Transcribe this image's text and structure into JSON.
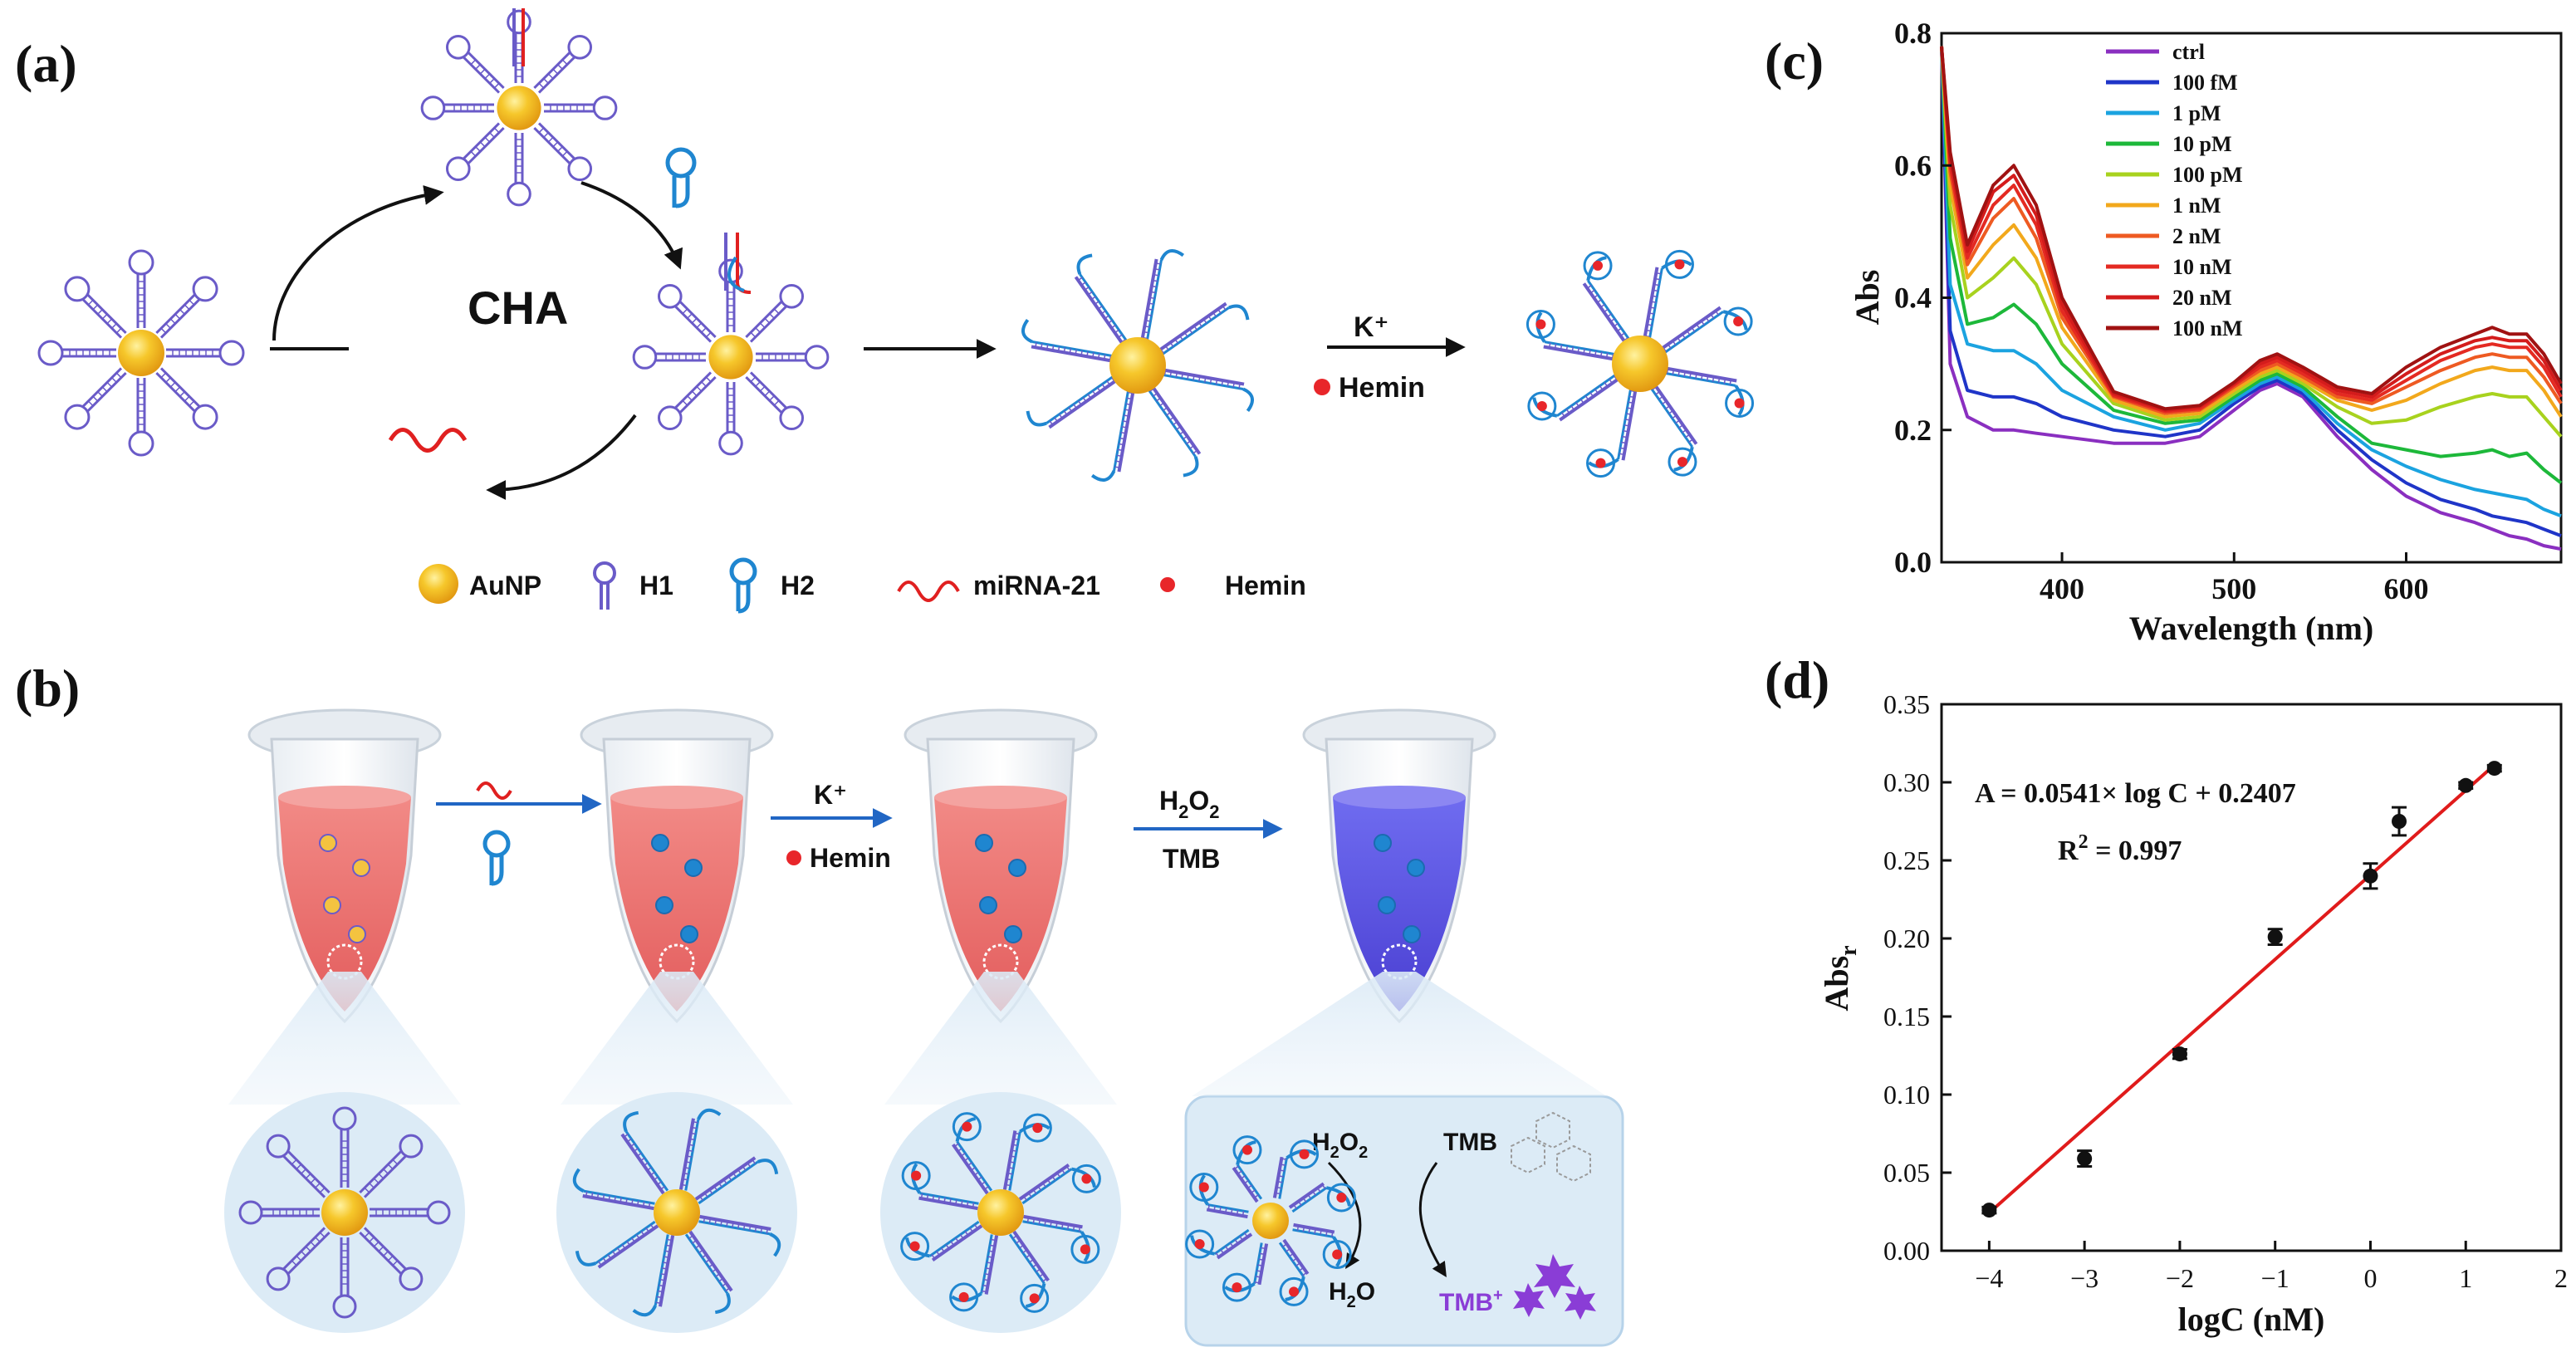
{
  "panel_labels": {
    "a": "(a)",
    "b": "(b)",
    "c": "(c)",
    "d": "(d)"
  },
  "panel_a": {
    "cycle_label": "CHA",
    "step_k": "K⁺",
    "step_hemin": "Hemin"
  },
  "legend": {
    "items": [
      {
        "label": "AuNP",
        "icon": "gold-nanoparticle-icon"
      },
      {
        "label": "H1",
        "icon": "h1-hairpin-icon"
      },
      {
        "label": "H2",
        "icon": "h2-hairpin-icon"
      },
      {
        "label": "miRNA-21",
        "icon": "mirna-strand-icon"
      },
      {
        "label": "Hemin",
        "icon": "hemin-dot-icon"
      }
    ]
  },
  "panel_b": {
    "step_k": "K⁺",
    "step_hemin": "Hemin",
    "step_h2o2_main": "H",
    "step_h2o2_sub1": "2",
    "step_h2o2_mid": "O",
    "step_h2o2_sub2": "2",
    "step_tmb": "TMB",
    "detail": {
      "h2o2_main": "H",
      "h2o2_sub1": "2",
      "h2o2_mid": "O",
      "h2o2_sub2": "2",
      "tmb": "TMB",
      "h2o_main": "H",
      "h2o_sub": "2",
      "h2o_tail": "O",
      "tmb_plus_main": "TMB",
      "tmb_plus_sup": "+"
    }
  },
  "colors": {
    "gold": "#f2b51c",
    "h1_purple": "#6a5bc8",
    "h2_blue": "#1f86d0",
    "mirna_red": "#e02020",
    "hemin_red": "#e8262a",
    "tube_red": "#ee6f6f",
    "tube_blue": "#5f54e0",
    "fit_line": "#e01b1b"
  },
  "chart_data": [
    {
      "type": "line",
      "panel": "c",
      "xlabel": "Wavelength (nm)",
      "ylabel": "Abs",
      "xlim": [
        330,
        690
      ],
      "ylim": [
        0.0,
        0.8
      ],
      "xticks": [
        400,
        500,
        600
      ],
      "yticks": [
        0.0,
        0.2,
        0.4,
        0.6,
        0.8
      ],
      "legend_position": "top-left",
      "x": [
        330,
        335,
        345,
        360,
        372,
        385,
        400,
        430,
        460,
        480,
        500,
        515,
        525,
        540,
        560,
        580,
        600,
        620,
        640,
        650,
        660,
        670,
        680,
        690
      ],
      "series": [
        {
          "name": "ctrl",
          "color": "#8a2fc0",
          "values": [
            0.78,
            0.3,
            0.22,
            0.2,
            0.2,
            0.195,
            0.19,
            0.18,
            0.18,
            0.19,
            0.23,
            0.26,
            0.27,
            0.25,
            0.19,
            0.14,
            0.1,
            0.075,
            0.06,
            0.05,
            0.04,
            0.035,
            0.025,
            0.02
          ]
        },
        {
          "name": "100 fM",
          "color": "#1f35c8",
          "values": [
            0.78,
            0.35,
            0.26,
            0.25,
            0.25,
            0.24,
            0.22,
            0.2,
            0.19,
            0.2,
            0.24,
            0.265,
            0.275,
            0.255,
            0.2,
            0.155,
            0.12,
            0.095,
            0.08,
            0.07,
            0.065,
            0.06,
            0.05,
            0.04
          ]
        },
        {
          "name": "1 pM",
          "color": "#1ba3e0",
          "values": [
            0.78,
            0.42,
            0.33,
            0.32,
            0.32,
            0.3,
            0.26,
            0.22,
            0.2,
            0.21,
            0.245,
            0.27,
            0.28,
            0.26,
            0.21,
            0.17,
            0.145,
            0.125,
            0.11,
            0.105,
            0.1,
            0.095,
            0.08,
            0.07
          ]
        },
        {
          "name": "10 pM",
          "color": "#1db83a",
          "values": [
            0.78,
            0.49,
            0.36,
            0.37,
            0.39,
            0.36,
            0.3,
            0.23,
            0.21,
            0.215,
            0.25,
            0.275,
            0.285,
            0.265,
            0.22,
            0.18,
            0.17,
            0.16,
            0.165,
            0.17,
            0.16,
            0.165,
            0.14,
            0.12
          ]
        },
        {
          "name": "100 pM",
          "color": "#a8d21e",
          "values": [
            0.78,
            0.54,
            0.4,
            0.43,
            0.46,
            0.42,
            0.33,
            0.24,
            0.215,
            0.22,
            0.255,
            0.28,
            0.29,
            0.27,
            0.235,
            0.21,
            0.215,
            0.235,
            0.25,
            0.255,
            0.25,
            0.25,
            0.22,
            0.19
          ]
        },
        {
          "name": "1 nM",
          "color": "#f2a81c",
          "values": [
            0.78,
            0.57,
            0.43,
            0.48,
            0.51,
            0.46,
            0.355,
            0.245,
            0.22,
            0.225,
            0.26,
            0.285,
            0.295,
            0.275,
            0.245,
            0.23,
            0.245,
            0.27,
            0.29,
            0.295,
            0.29,
            0.29,
            0.26,
            0.22
          ]
        },
        {
          "name": "2 nM",
          "color": "#ee5a22",
          "values": [
            0.78,
            0.59,
            0.45,
            0.52,
            0.55,
            0.49,
            0.37,
            0.25,
            0.225,
            0.23,
            0.265,
            0.29,
            0.3,
            0.28,
            0.25,
            0.24,
            0.265,
            0.29,
            0.31,
            0.315,
            0.31,
            0.31,
            0.28,
            0.24
          ]
        },
        {
          "name": "10 nM",
          "color": "#e42a22",
          "values": [
            0.78,
            0.6,
            0.46,
            0.54,
            0.57,
            0.51,
            0.38,
            0.252,
            0.228,
            0.232,
            0.268,
            0.295,
            0.305,
            0.285,
            0.255,
            0.245,
            0.275,
            0.305,
            0.325,
            0.33,
            0.325,
            0.325,
            0.295,
            0.25
          ]
        },
        {
          "name": "20 nM",
          "color": "#d41c1c",
          "values": [
            0.78,
            0.61,
            0.47,
            0.56,
            0.585,
            0.525,
            0.39,
            0.255,
            0.23,
            0.235,
            0.27,
            0.3,
            0.31,
            0.29,
            0.26,
            0.25,
            0.285,
            0.315,
            0.335,
            0.34,
            0.335,
            0.335,
            0.305,
            0.26
          ]
        },
        {
          "name": "100 nM",
          "color": "#a01212",
          "values": [
            0.78,
            0.62,
            0.48,
            0.57,
            0.6,
            0.54,
            0.4,
            0.258,
            0.232,
            0.237,
            0.272,
            0.305,
            0.315,
            0.295,
            0.265,
            0.255,
            0.295,
            0.325,
            0.345,
            0.355,
            0.345,
            0.345,
            0.315,
            0.27
          ]
        }
      ]
    },
    {
      "type": "scatter",
      "panel": "d",
      "xlabel": "logC (nM)",
      "ylabel_main": "Abs",
      "ylabel_sub": "r",
      "xlim": [
        -4.5,
        2.0
      ],
      "ylim": [
        0.0,
        0.35
      ],
      "xticks": [
        -4,
        -3,
        -2,
        -1,
        0,
        1,
        2
      ],
      "yticks": [
        0.0,
        0.05,
        0.1,
        0.15,
        0.2,
        0.25,
        0.3,
        0.35
      ],
      "points": [
        {
          "x": -4,
          "y": 0.026,
          "err": 0.002
        },
        {
          "x": -3,
          "y": 0.059,
          "err": 0.005
        },
        {
          "x": -2,
          "y": 0.126,
          "err": 0.003
        },
        {
          "x": -1,
          "y": 0.201,
          "err": 0.005
        },
        {
          "x": 0,
          "y": 0.24,
          "err": 0.008
        },
        {
          "x": 0.301,
          "y": 0.275,
          "err": 0.009
        },
        {
          "x": 1,
          "y": 0.298,
          "err": 0.002
        },
        {
          "x": 1.301,
          "y": 0.309,
          "err": 0.002
        }
      ],
      "fit": {
        "slope": 0.0541,
        "intercept": 0.2407,
        "x_range": [
          -4,
          1.301
        ]
      },
      "equation": "A = 0.0541× log C + 0.2407",
      "r2_main": "R",
      "r2_sup": "2",
      "r2_value": " = 0.997"
    }
  ]
}
